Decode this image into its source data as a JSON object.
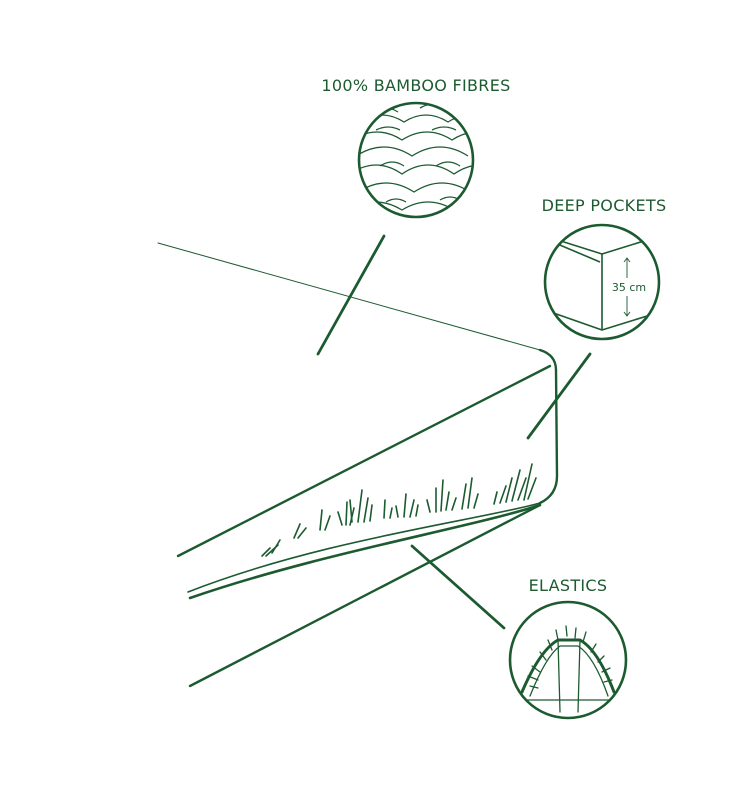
{
  "colors": {
    "primary": "#1c5a30",
    "background": "#ffffff"
  },
  "callouts": {
    "bamboo": {
      "title": "100% BAMBOO FIBRES",
      "icon": "bamboo-fibre-texture-icon"
    },
    "pockets": {
      "title": "DEEP POCKETS",
      "depth_label": "35 cm",
      "icon": "mattress-corner-icon"
    },
    "elastics": {
      "title": "ELASTICS",
      "icon": "elastic-corner-icon"
    }
  }
}
